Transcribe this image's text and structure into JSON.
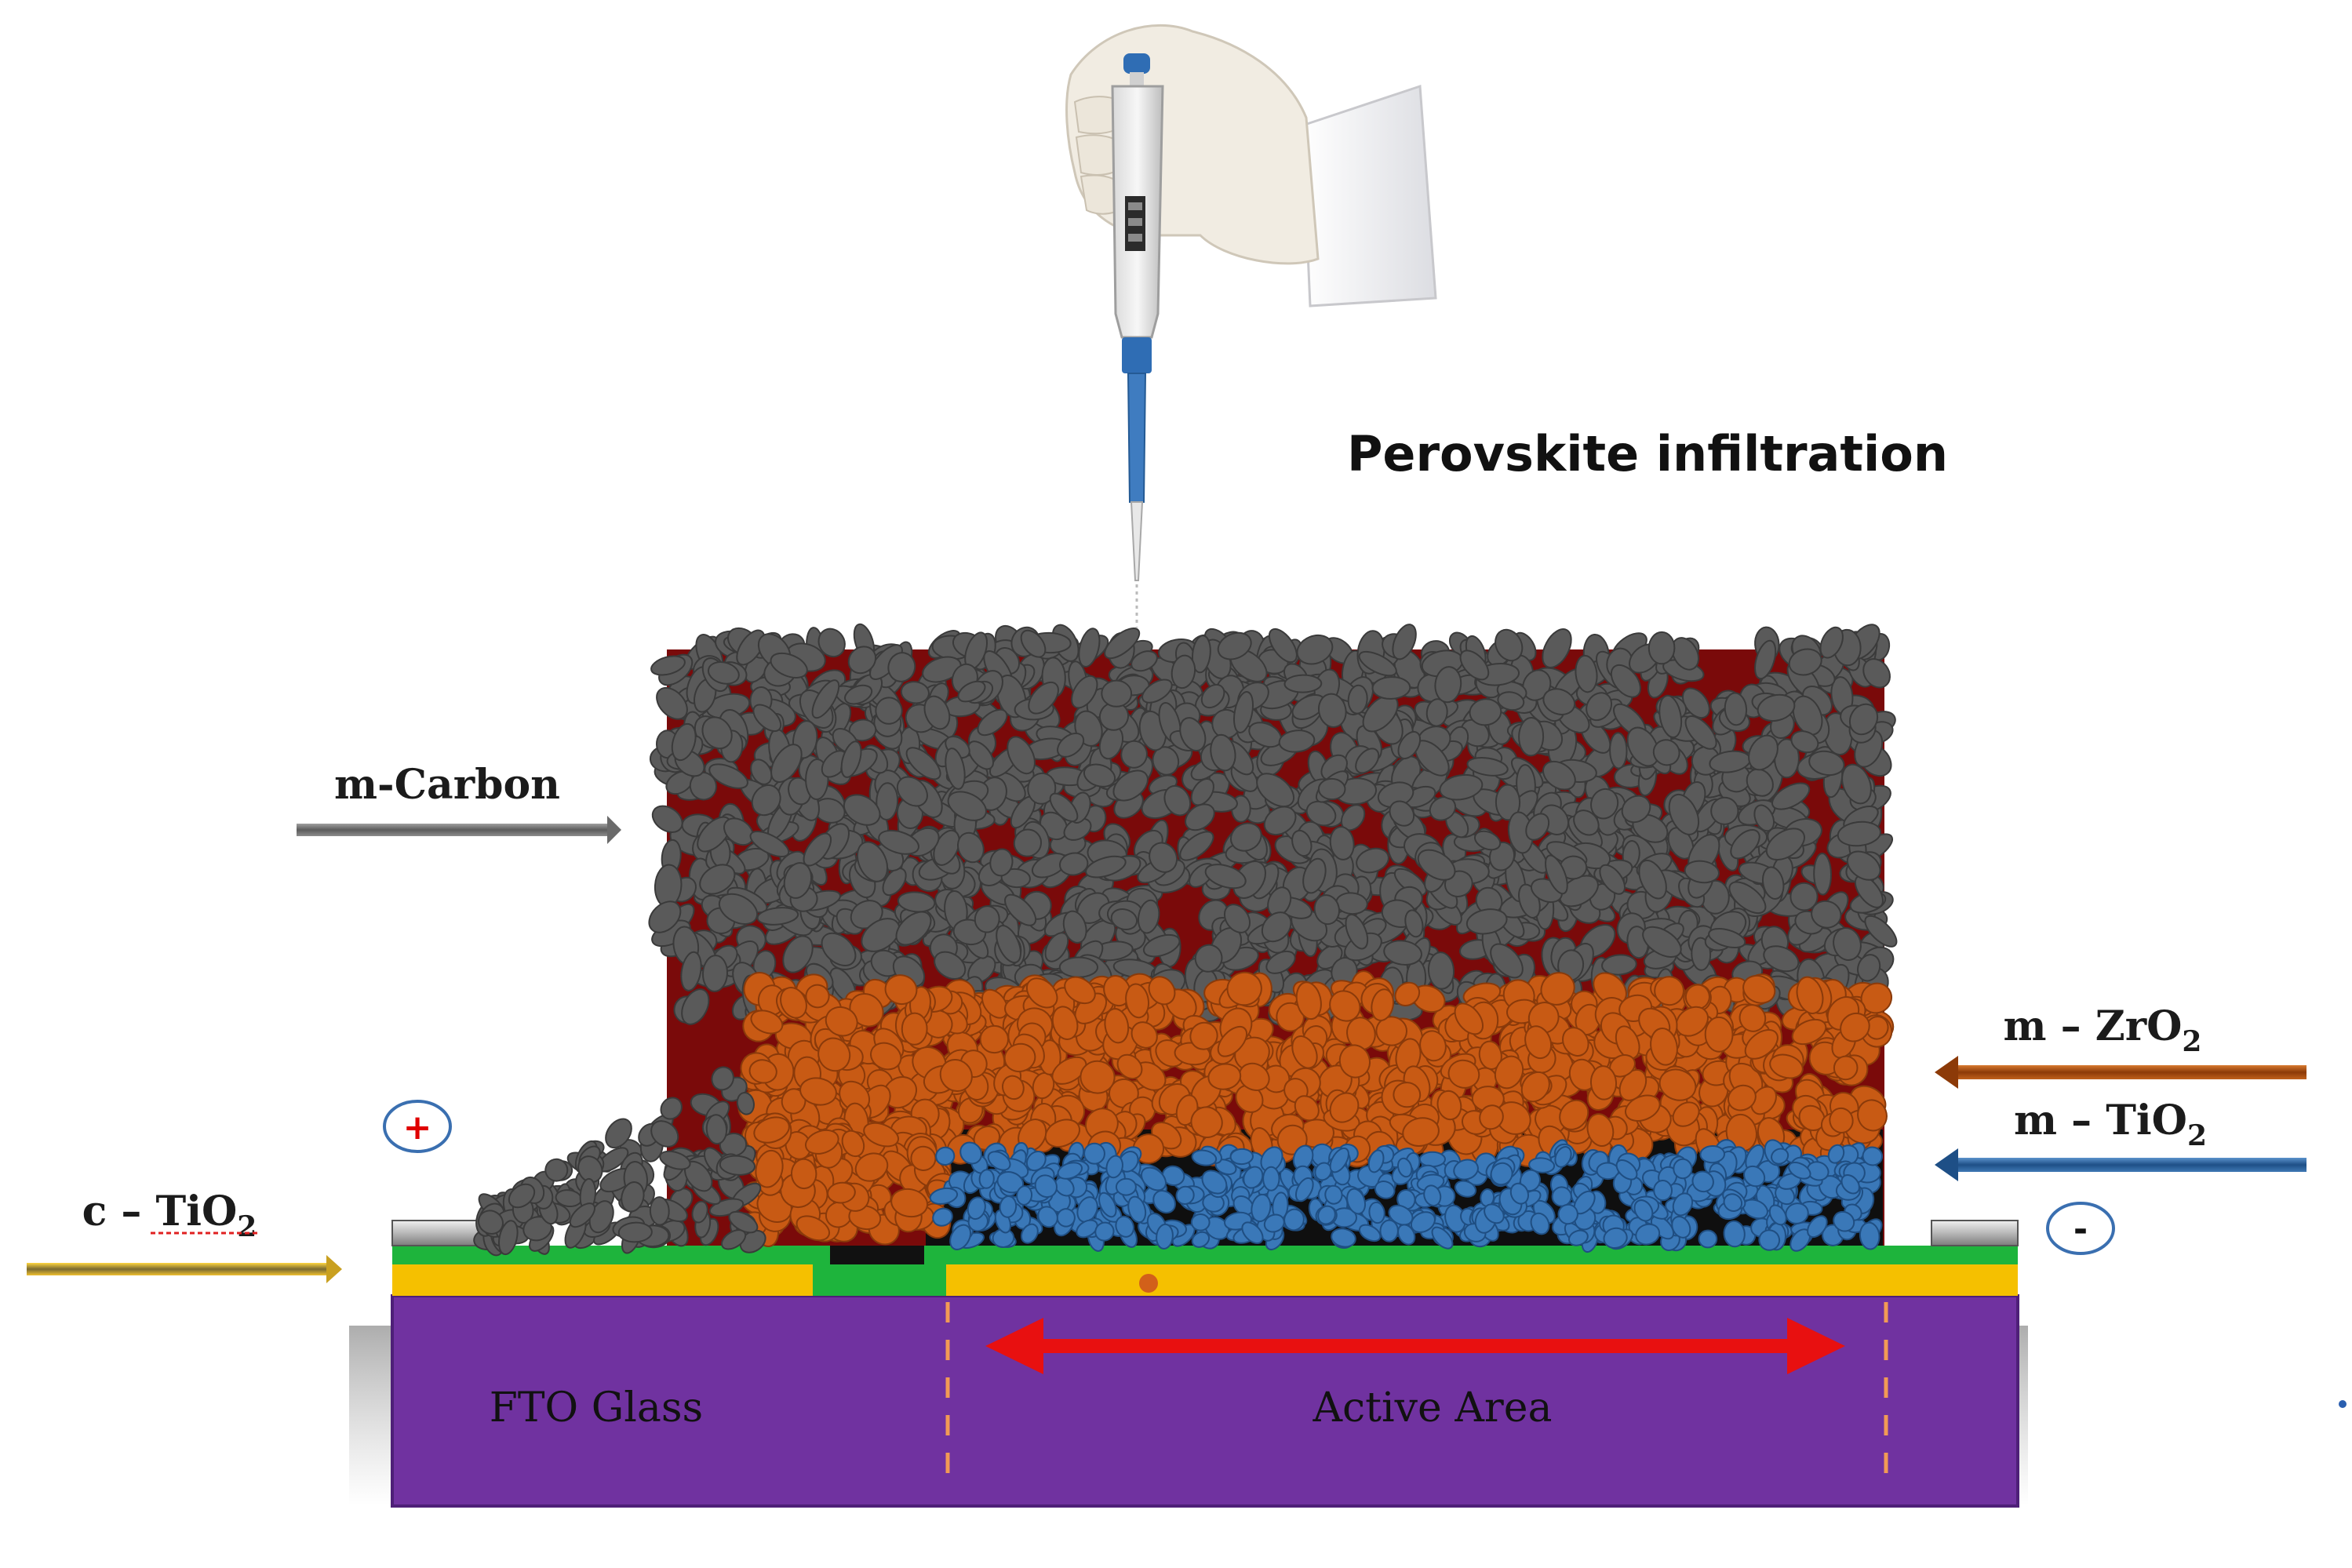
{
  "title": "Perovskite infiltration",
  "labels": {
    "m_carbon": "m-Carbon",
    "m_zro2": "m – ZrO",
    "m_zro2_sub": "2",
    "m_tio2": "m – TiO",
    "m_tio2_sub": "2",
    "c_tio2": "c – TiO",
    "c_tio2_sub": "2",
    "fto_glass": "FTO Glass",
    "active_area": "Active Area",
    "plus": "+",
    "minus": "-"
  },
  "colors": {
    "carbon_particle": "#5a5a5a",
    "carbon_background": "#7a0a0a",
    "zro2_particle": "#c85a14",
    "tio2_particle": "#3a78b8",
    "fto_glass": "#7032a0",
    "fto_layer": "#f5c000",
    "compact_tio2": "#1eb43c",
    "active_area_arrow": "#e81010",
    "zro2_arrow": "#b35214",
    "tio2_arrow": "#2e6aa8",
    "c_tio2_arrow": "#e0b020",
    "carbon_arrow": "#7a7a7a"
  },
  "icons": {
    "pipette": "pipette-in-gloved-hand-icon"
  }
}
